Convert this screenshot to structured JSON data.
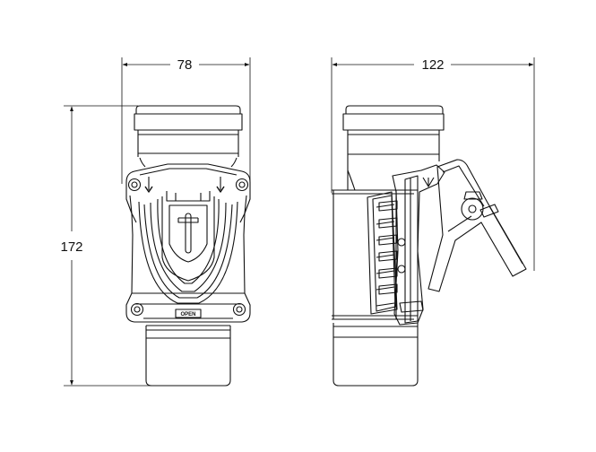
{
  "dimensions": {
    "front_width": "78",
    "side_width": "122",
    "height": "172"
  },
  "front_view": {
    "marking": "OPEN"
  },
  "colors": {
    "line": "#111111",
    "background": "#ffffff"
  }
}
